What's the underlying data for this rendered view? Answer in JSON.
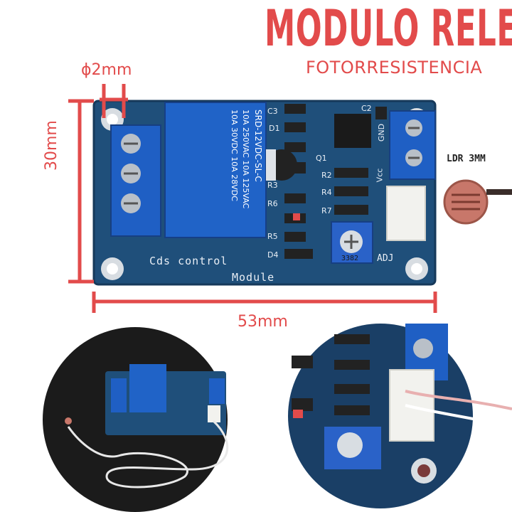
{
  "title": "MODULO RELE",
  "subtitle": "FOTORRESISTENCIA",
  "dimensions": {
    "hole": "ϕ2mm",
    "height": "30mm",
    "width": "53mm"
  },
  "sensor_label": "LDR 3MM",
  "silkscreen": {
    "line1": "Cds control",
    "line2": "Module",
    "adj": "ADJ",
    "pot_code": "3382"
  },
  "relay": {
    "line1": "SRD-12VDC-SL-C",
    "line2": "10A 250VAC  10A 125VAC",
    "line3": "10A 30VDC  10A 28VDC"
  },
  "component_labels": [
    "C3",
    "D1",
    "C2",
    "Q1",
    "R2",
    "R4",
    "R3",
    "R6",
    "R7",
    "R5",
    "D4",
    "Vcc",
    "GND"
  ],
  "colors": {
    "accent": "#e24b4b",
    "pcb": "#1f4f7a",
    "terminal": "#1f5fc4"
  }
}
